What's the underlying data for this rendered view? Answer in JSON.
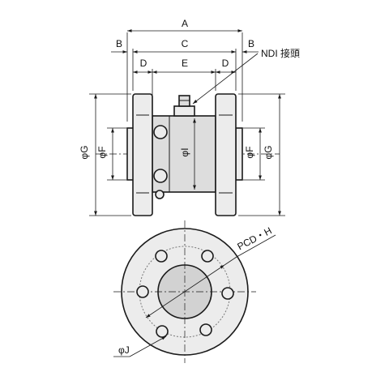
{
  "diagram": {
    "dimension_labels": {
      "A": "A",
      "B_left": "B",
      "B_right": "B",
      "C": "C",
      "D_left": "D",
      "D_right": "D",
      "E": "E",
      "F_left": "φF",
      "F_right": "φF",
      "G_left": "φG",
      "G_right": "φG",
      "I": "φI",
      "H": "PCD・H",
      "J": "φJ"
    },
    "callout": "NDI 接頭"
  }
}
